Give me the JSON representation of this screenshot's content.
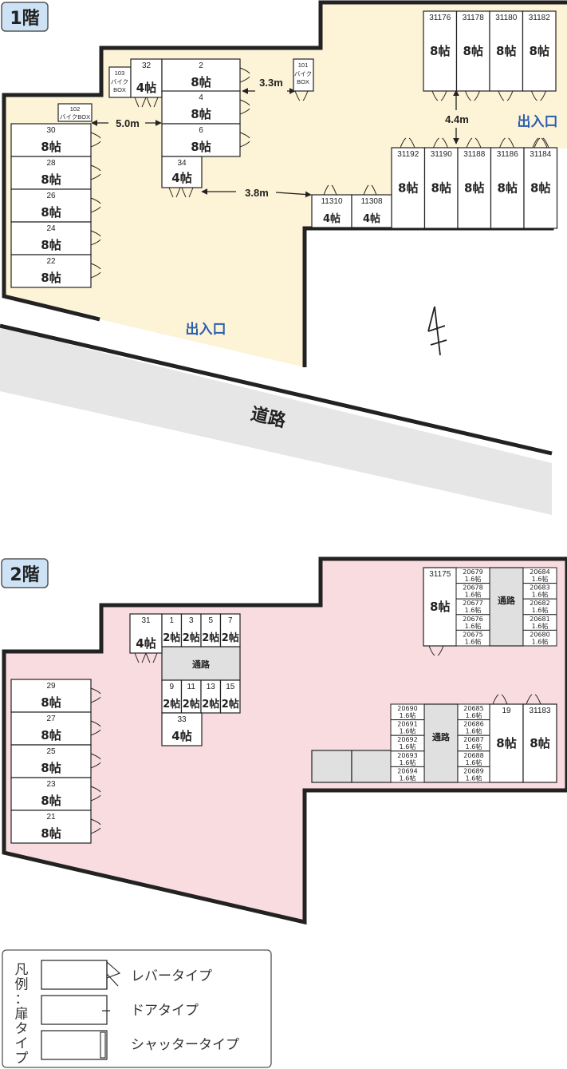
{
  "floor1": {
    "badge": "1階",
    "entrances": [
      "出入口",
      "出入口"
    ],
    "road": "道路",
    "distances": [
      "3.3m",
      "5.0m",
      "4.4m",
      "3.8m"
    ],
    "bike_boxes": [
      {
        "no": "103",
        "line1": "バイク",
        "line2": "BOX"
      },
      {
        "no": "101",
        "line1": "バイク",
        "line2": "BOX"
      },
      {
        "no": "102",
        "line1": "バイクBOX"
      }
    ],
    "units": [
      {
        "no": "31176",
        "size": "8帖"
      },
      {
        "no": "31178",
        "size": "8帖"
      },
      {
        "no": "31180",
        "size": "8帖"
      },
      {
        "no": "31182",
        "size": "8帖"
      },
      {
        "no": "32",
        "size": "4帖"
      },
      {
        "no": "2",
        "size": "8帖"
      },
      {
        "no": "4",
        "size": "8帖"
      },
      {
        "no": "6",
        "size": "8帖"
      },
      {
        "no": "34",
        "size": "4帖"
      },
      {
        "no": "30",
        "size": "8帖"
      },
      {
        "no": "28",
        "size": "8帖"
      },
      {
        "no": "26",
        "size": "8帖"
      },
      {
        "no": "24",
        "size": "8帖"
      },
      {
        "no": "22",
        "size": "8帖"
      },
      {
        "no": "31192",
        "size": "8帖"
      },
      {
        "no": "31190",
        "size": "8帖"
      },
      {
        "no": "31188",
        "size": "8帖"
      },
      {
        "no": "31186",
        "size": "8帖"
      },
      {
        "no": "31184",
        "size": "8帖"
      },
      {
        "no": "11310",
        "size": "4帖"
      },
      {
        "no": "11308",
        "size": "4帖"
      }
    ]
  },
  "floor2": {
    "badge": "2階",
    "corridor": "通路",
    "units": [
      {
        "no": "31175",
        "size": "8帖"
      },
      {
        "no": "31",
        "size": "4帖"
      },
      {
        "no": "1",
        "size": "2帖"
      },
      {
        "no": "3",
        "size": "2帖"
      },
      {
        "no": "5",
        "size": "2帖"
      },
      {
        "no": "7",
        "size": "2帖"
      },
      {
        "no": "9",
        "size": "2帖"
      },
      {
        "no": "11",
        "size": "2帖"
      },
      {
        "no": "13",
        "size": "2帖"
      },
      {
        "no": "15",
        "size": "2帖"
      },
      {
        "no": "33",
        "size": "4帖"
      },
      {
        "no": "29",
        "size": "8帖"
      },
      {
        "no": "27",
        "size": "8帖"
      },
      {
        "no": "25",
        "size": "8帖"
      },
      {
        "no": "23",
        "size": "8帖"
      },
      {
        "no": "21",
        "size": "8帖"
      },
      {
        "no": "19",
        "size": "8帖"
      },
      {
        "no": "31183",
        "size": "8帖"
      }
    ],
    "lockers_top_left": [
      {
        "no": "20679",
        "size": "1.6帖"
      },
      {
        "no": "20678",
        "size": "1.6帖"
      },
      {
        "no": "20677",
        "size": "1.6帖"
      },
      {
        "no": "20676",
        "size": "1.6帖"
      },
      {
        "no": "20675",
        "size": "1.6帖"
      }
    ],
    "lockers_top_right": [
      {
        "no": "20684",
        "size": "1.6帖"
      },
      {
        "no": "20683",
        "size": "1.6帖"
      },
      {
        "no": "20682",
        "size": "1.6帖"
      },
      {
        "no": "20681",
        "size": "1.6帖"
      },
      {
        "no": "20680",
        "size": "1.6帖"
      }
    ],
    "lockers_bottom_left": [
      {
        "no": "20690",
        "size": "1.6帖"
      },
      {
        "no": "20691",
        "size": "1.6帖"
      },
      {
        "no": "20692",
        "size": "1.6帖"
      },
      {
        "no": "20693",
        "size": "1.6帖"
      },
      {
        "no": "20694",
        "size": "1.6帖"
      }
    ],
    "lockers_bottom_right": [
      {
        "no": "20685",
        "size": "1.6帖"
      },
      {
        "no": "20686",
        "size": "1.6帖"
      },
      {
        "no": "20687",
        "size": "1.6帖"
      },
      {
        "no": "20688",
        "size": "1.6帖"
      },
      {
        "no": "20689",
        "size": "1.6帖"
      }
    ]
  },
  "legend": {
    "title_chars": [
      "凡",
      "例",
      "：",
      "扉",
      "タ",
      "イ",
      "プ"
    ],
    "items": [
      "レバータイプ",
      "ドアタイプ",
      "シャッタータイプ"
    ]
  },
  "colors": {
    "floor1_fill": "#fdf3d6",
    "floor2_fill": "#f9dcdf",
    "road": "#e6e6e6",
    "corridor": "#e0e0e0",
    "entrance_text": "#2a5fb0",
    "badge_fill": "#cde3f5"
  }
}
